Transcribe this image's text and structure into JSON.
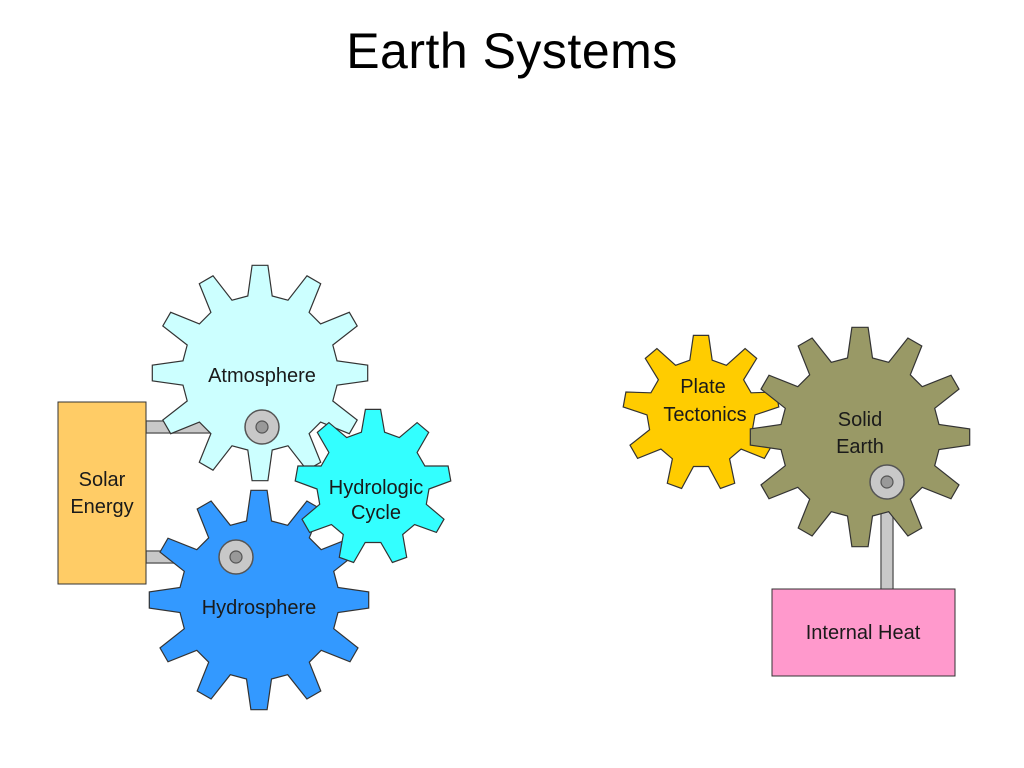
{
  "slide": {
    "title": "Earth Systems"
  },
  "diagram": {
    "solar_box": {
      "line1": "Solar",
      "line2": "Energy",
      "color": "#FFCC66"
    },
    "atmosphere": {
      "label": "Atmosphere",
      "color": "#CCFFFF"
    },
    "hydrologic_cycle": {
      "line1": "Hydrologic",
      "line2": "Cycle",
      "color": "#33FFFF"
    },
    "hydrosphere": {
      "label": "Hydrosphere",
      "color": "#3399FF"
    },
    "plate_tectonics": {
      "line1": "Plate",
      "line2": "Tectonics",
      "color": "#FFCC00"
    },
    "solid_earth": {
      "line1": "Solid",
      "line2": "Earth",
      "color": "#999966"
    },
    "internal_heat": {
      "label": "Internal Heat",
      "color": "#FF99CC"
    }
  }
}
